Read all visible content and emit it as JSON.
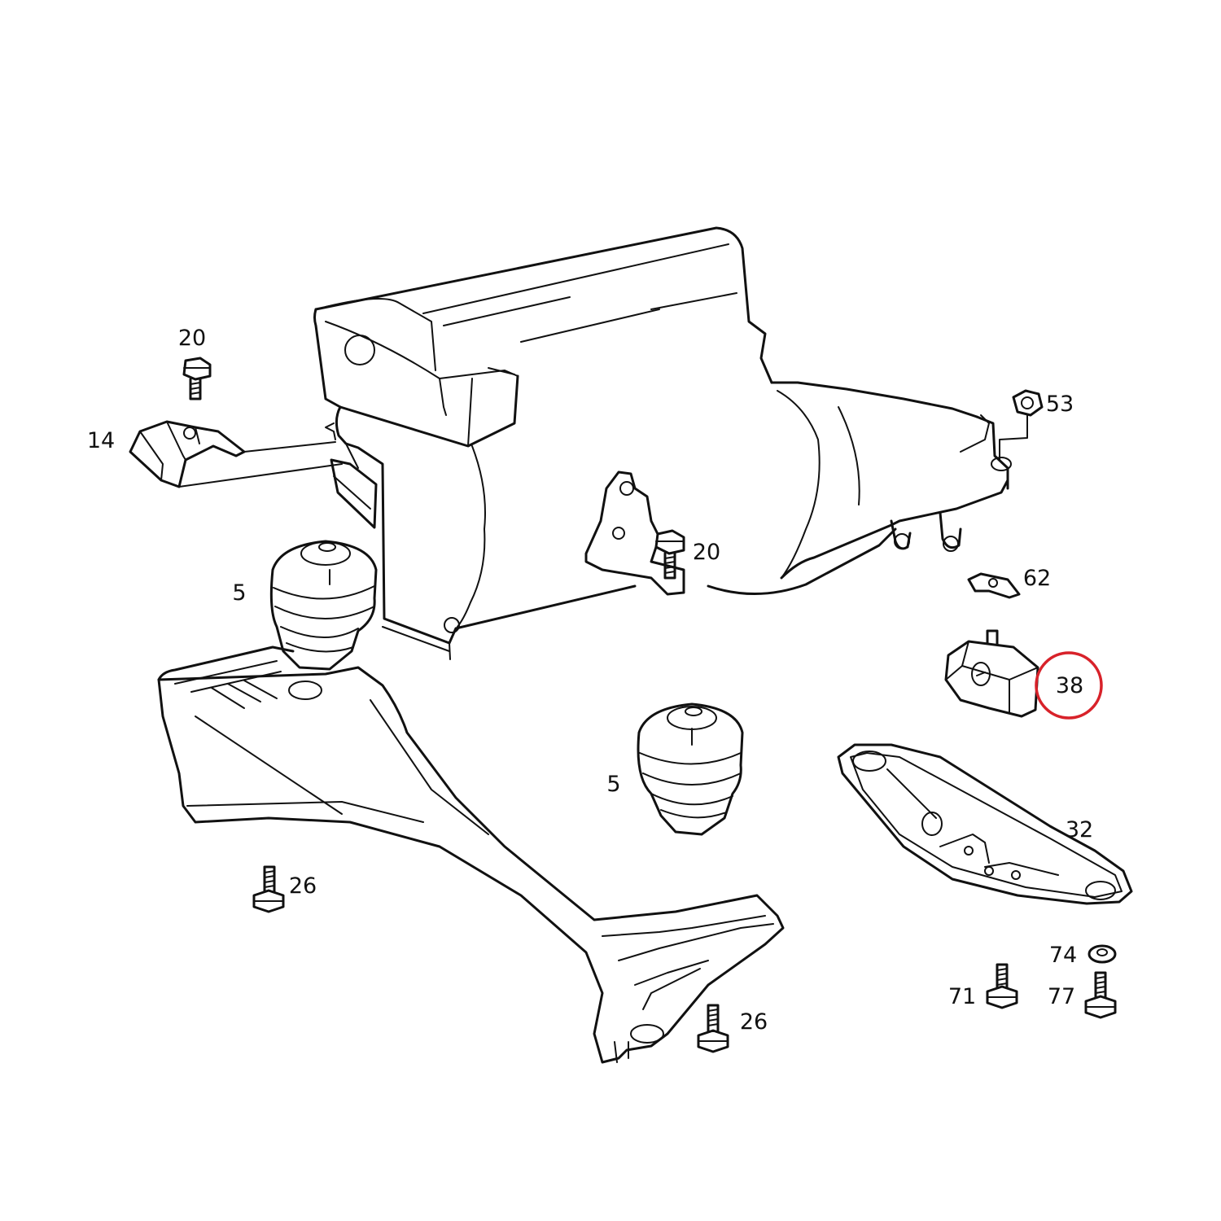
{
  "parts": [
    {
      "id": "p20a",
      "number": "20",
      "name": "Bolt"
    },
    {
      "id": "p14",
      "number": "14",
      "name": "Bracket"
    },
    {
      "id": "p53",
      "number": "53",
      "name": "Nut"
    },
    {
      "id": "p20b",
      "number": "20",
      "name": "Bolt"
    },
    {
      "id": "p62",
      "number": "62",
      "name": "Clip"
    },
    {
      "id": "p5a",
      "number": "5",
      "name": "Engine mount"
    },
    {
      "id": "p38",
      "number": "38",
      "name": "Transmission mount"
    },
    {
      "id": "p5b",
      "number": "5",
      "name": "Engine mount"
    },
    {
      "id": "p32",
      "number": "32",
      "name": "Crossmember"
    },
    {
      "id": "p26a",
      "number": "26",
      "name": "Bolt"
    },
    {
      "id": "p26b",
      "number": "26",
      "name": "Bolt"
    },
    {
      "id": "p74",
      "number": "74",
      "name": "Washer"
    },
    {
      "id": "p71",
      "number": "71",
      "name": "Bolt"
    },
    {
      "id": "p77",
      "number": "77",
      "name": "Bolt"
    }
  ],
  "highlight": {
    "part_number": "38",
    "color": "#d8222a"
  },
  "colors": {
    "line": "#111111",
    "background": "#ffffff"
  }
}
